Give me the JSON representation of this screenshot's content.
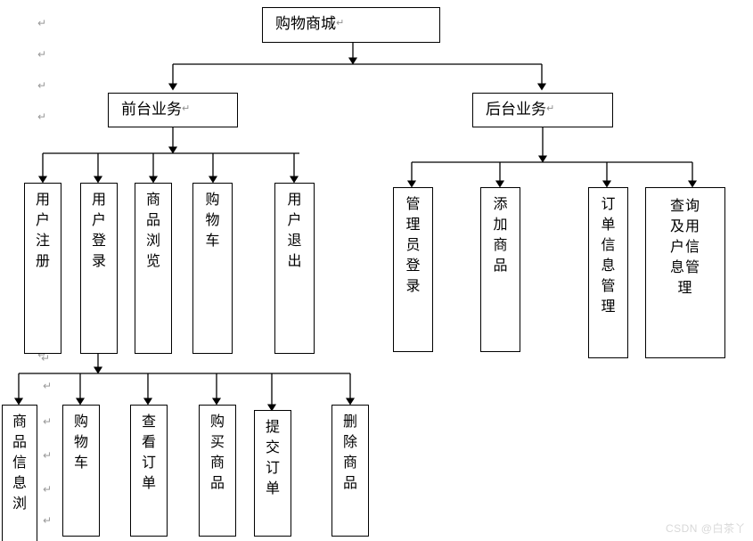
{
  "diagram": {
    "title_text": "购物商城",
    "cr_mark": "↵",
    "levels": {
      "root": {
        "label": "购物商城"
      },
      "level2": [
        {
          "label": "前台业务"
        },
        {
          "label": "后台业务"
        }
      ],
      "frontend_children": [
        {
          "label": "用户注册"
        },
        {
          "label": "用户登录"
        },
        {
          "label": "商品浏览"
        },
        {
          "label": "购物车"
        },
        {
          "label": "用户退出"
        }
      ],
      "backend_children": [
        {
          "label": "管理员登录"
        },
        {
          "label": "添加商品"
        },
        {
          "label": "订单信息管理"
        },
        {
          "label": "查询及用户信息管理"
        }
      ],
      "login_children": [
        {
          "label": "商品信息浏"
        },
        {
          "label": "购物车"
        },
        {
          "label": "查看订单"
        },
        {
          "label": "购买商品"
        },
        {
          "label": "提交订单"
        },
        {
          "label": "删除商品"
        }
      ]
    },
    "margin_marks": [
      "↵",
      "↵",
      "↵",
      "↵"
    ],
    "inline_marks": [
      "↵",
      "↵",
      "↵",
      "↵",
      "↵"
    ],
    "watermark": "CSDN @白茶丫",
    "colors": {
      "background": "#ffffff",
      "stroke": "#000000",
      "text": "#000000",
      "mark": "#9a9a9a",
      "watermark": "#d8d8d8"
    }
  }
}
